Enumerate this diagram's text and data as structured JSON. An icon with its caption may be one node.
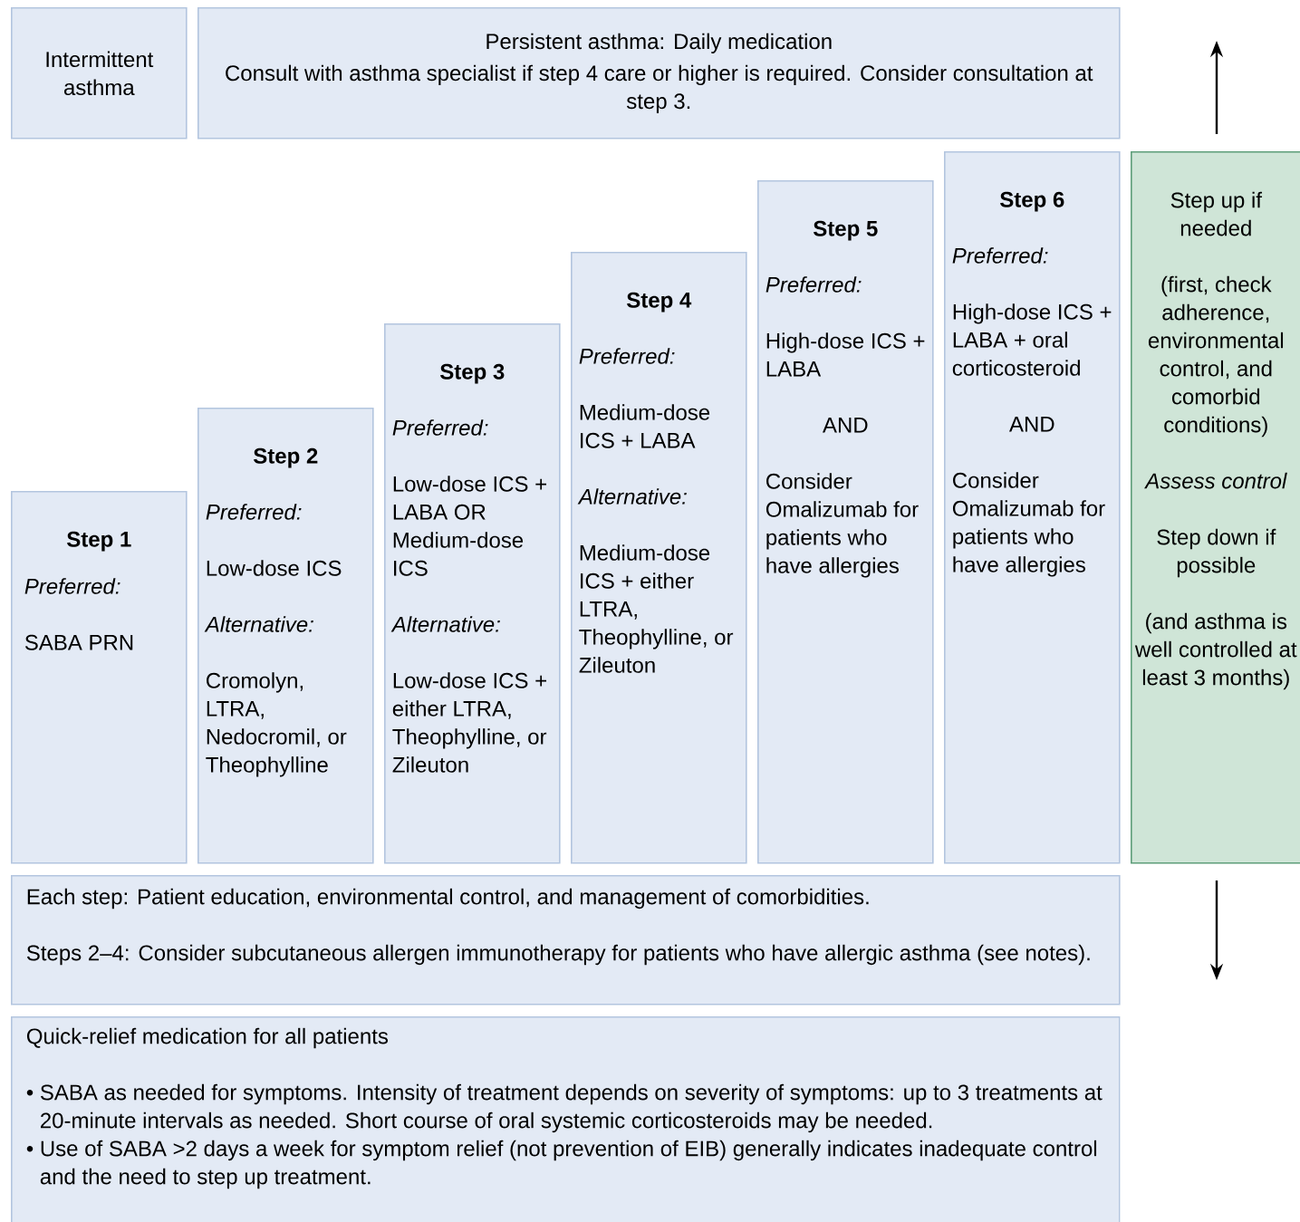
{
  "diagram": {
    "nodes": [
      {
        "text": [
          "Intermittent asthma"
        ]
      },
      {
        "text": [
          "Persistent asthma: Daily medication",
          "Consult with asthma specialist if step 4 care or higher is required. Consider consultation at step 3."
        ]
      },
      {
        "text": [
          "Step 1",
          "Preferred:",
          "SABA PRN"
        ]
      },
      {
        "text": [
          "Step 2",
          "Preferred:",
          "Low-dose ICS",
          "Alternative:",
          "Cromolyn, LTRA, Nedocromil, or Theophylline"
        ]
      },
      {
        "text": [
          "Step 3",
          "Preferred:",
          "Low-dose ICS + LABA OR Medium-dose ICS",
          "Alternative:",
          "Low-dose ICS + either LTRA, Theophylline, or Zileuton"
        ]
      },
      {
        "text": [
          "Step 4",
          "Preferred:",
          "Medium-dose ICS + LABA",
          "Alternative:",
          "Medium-dose ICS + either LTRA, Theophylline, or Zileuton"
        ]
      },
      {
        "text": [
          "Step 5",
          "Preferred:",
          "High-dose ICS + LABA",
          "AND",
          "Consider Omalizumab for patients who have allergies"
        ]
      },
      {
        "text": [
          "Step 6",
          "Preferred:",
          "High-dose ICS + LABA + oral corticosteroid",
          "AND",
          "Consider Omalizumab for patients who have allergies"
        ]
      },
      {
        "text": [
          "Step up if needed",
          "(first, check adherence, environmental control, and comorbid conditions)",
          "Assess control",
          "Step down if possible",
          "(and asthma is well controlled at least 3 months)"
        ]
      },
      {
        "text": [
          "Each step: Patient education, environmental control, and management of comorbidities.",
          "Steps 2–4: Consider subcutaneous allergen immunotherapy for patients who have allergic asthma (see notes)."
        ]
      },
      {
        "text": [
          "Quick-relief medication for all patients",
          "• SABA as needed for symptoms. Intensity of treatment depends on severity of symptoms: up to 3 treatments at 20-minute intervals as needed. Short course of oral systemic corticosteroids may be needed.",
          "• Use of SABA >2 days a week for symptom relief (not prevention of EIB) generally indicates inadequate control and the need to step up treatment."
        ]
      }
    ]
  }
}
